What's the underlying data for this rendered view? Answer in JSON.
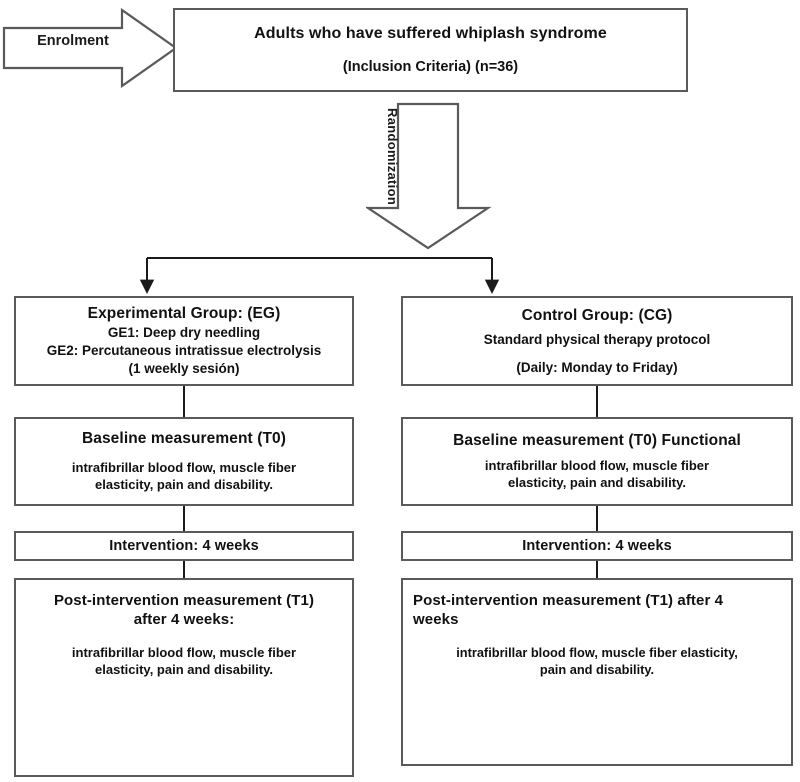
{
  "diagram": {
    "title": "CONSORT-style participant flow diagram",
    "enrolment": {
      "arrow_label": "Enrolment",
      "header_line1": "Adults who have suffered whiplash syndrome",
      "header_line2": "(Inclusion Criteria) (n=36)"
    },
    "allocation": {
      "arrow_label": "Randomization"
    },
    "experimental": {
      "group_title": "Experimental Group: (EG)",
      "intervention_1": "GE1: Deep dry needling",
      "intervention_2": "GE2: Percutaneous intratissue electrolysis",
      "frequency": "(1 weekly sesión)",
      "baseline_title": "Baseline measurement (T0)",
      "baseline_outcomes_line1": "intrafibrillar blood flow, muscle fiber",
      "baseline_outcomes_line2": "elasticity, pain and disability.",
      "intervention_duration": "Intervention: 4 weeks",
      "post_title_line1": "Post-intervention measurement (T1)",
      "post_title_line2": "after 4 weeks:",
      "post_outcomes_line1": "intrafibrillar blood flow, muscle fiber",
      "post_outcomes_line2": "elasticity, pain and disability."
    },
    "control": {
      "group_title": "Control Group: (CG)",
      "protocol": "Standard physical therapy protocol",
      "frequency": "(Daily: Monday to Friday)",
      "baseline_title": "Baseline measurement (T0) Functional",
      "baseline_outcomes_line1": "intrafibrillar blood flow, muscle fiber",
      "baseline_outcomes_line2": "elasticity, pain and disability.",
      "intervention_duration": "Intervention: 4 weeks",
      "post_title_line1": "Post-intervention measurement (T1) after 4",
      "post_title_line2": "weeks",
      "post_outcomes_line1": "intrafibrillar blood flow, muscle fiber elasticity,",
      "post_outcomes_line2": "pain and disability."
    },
    "style": {
      "border_color": "#5a5a5a",
      "text_color": "#111111",
      "background": "#ffffff",
      "connector_color": "#1a1a1a"
    }
  }
}
